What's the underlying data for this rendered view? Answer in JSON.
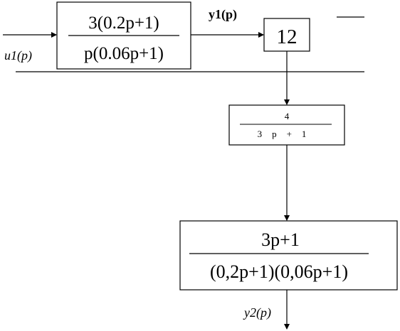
{
  "blocks": {
    "w1": {
      "numerator": "3(0.2p+1)",
      "denominator": "p(0.06p+1)"
    },
    "k": {
      "label": "12"
    },
    "w2": {
      "numerator": "4",
      "denominator": "3p+1"
    },
    "w3": {
      "numerator": "3p+1",
      "denominator": "(0,2p+1)(0,06p+1)"
    }
  },
  "signals": {
    "input": "u1(p)",
    "intermediate": "y1(p)",
    "output": "y2(p)"
  }
}
